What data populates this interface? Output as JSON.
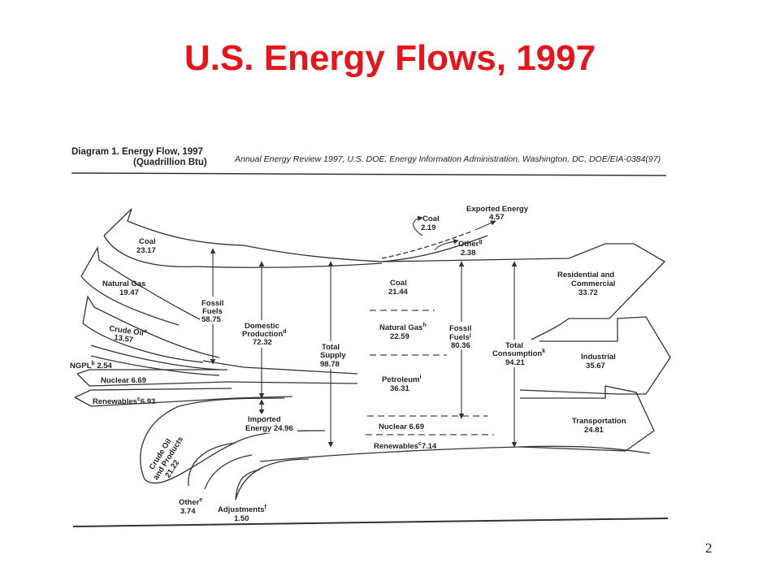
{
  "slide_title": "U.S. Energy Flows, 1997",
  "page_number": "2",
  "diagram": {
    "header_line1": "Diagram 1.  Energy  Flow, 1997",
    "header_line2": "(Quadrillion Btu)",
    "citation": "Annual Energy Review 1997, U.S. DOE, Energy Information Administration, Washington, DC, DOE/EIA-0384(97)",
    "inputs": {
      "coal": {
        "name": "Coal",
        "value": "23.17"
      },
      "natural_gas": {
        "name": "Natural Gas",
        "value": "19.47"
      },
      "crude_oil": {
        "name": "Crude Oil",
        "sup": "a",
        "value": "13.57"
      },
      "ngpl": {
        "name": "NGPL",
        "sup": "b",
        "value": "2.54"
      },
      "nuclear": {
        "text": "Nuclear 6.69"
      },
      "renewables": {
        "name": "Renewables",
        "sup": "c",
        "value": "6.93"
      },
      "crude_oil_products": {
        "line1": "Crude Oil",
        "line2": "and Products",
        "value": "21.22"
      },
      "other_imports": {
        "name": "Other",
        "sup": "e",
        "value": "3.74"
      },
      "adjustments": {
        "name": "Adjustments",
        "sup": "f",
        "value": "1.50"
      }
    },
    "totals": {
      "fossil_fuels_prod": {
        "line1": "Fossil",
        "line2": "Fuels",
        "value": "58.75"
      },
      "domestic_production": {
        "line1": "Domestic",
        "line2": "Production",
        "sup": "d",
        "value": "72.32"
      },
      "total_supply": {
        "line1": "Total",
        "line2": "Supply",
        "value": "98.78"
      },
      "imported_energy": {
        "line1": "Imported",
        "line2": "Energy 24.96"
      },
      "fossil_fuels_cons": {
        "line1": "Fossil",
        "line2": "Fuels",
        "sup": "j",
        "value": "80.36"
      },
      "total_consumption": {
        "line1": "Total",
        "line2": "Consumption",
        "sup": "k",
        "value": "94.21"
      }
    },
    "exports": {
      "exported_energy": {
        "name": "Exported Energy",
        "value": "4.57"
      },
      "coal": {
        "name": "Coal",
        "value": "2.19"
      },
      "other": {
        "name": "Other",
        "sup": "g",
        "value": "2.38"
      }
    },
    "consumption_mix": {
      "coal": {
        "name": "Coal",
        "value": "21.44"
      },
      "natural_gas": {
        "name": "Natural Gas",
        "sup": "h",
        "value": "22.59"
      },
      "petroleum": {
        "name": "Petroleum",
        "sup": "i",
        "value": "36.31"
      },
      "nuclear": {
        "text": "Nuclear 6.69"
      },
      "renewables": {
        "name": "Renewables",
        "sup": "c",
        "value": "7.14"
      }
    },
    "sectors": {
      "residential": {
        "line1": "Residential and",
        "line2": "Commercial",
        "value": "33.72"
      },
      "industrial": {
        "name": "Industrial",
        "value": "35.67"
      },
      "transportation": {
        "name": "Transportation",
        "value": "24.81"
      }
    }
  }
}
